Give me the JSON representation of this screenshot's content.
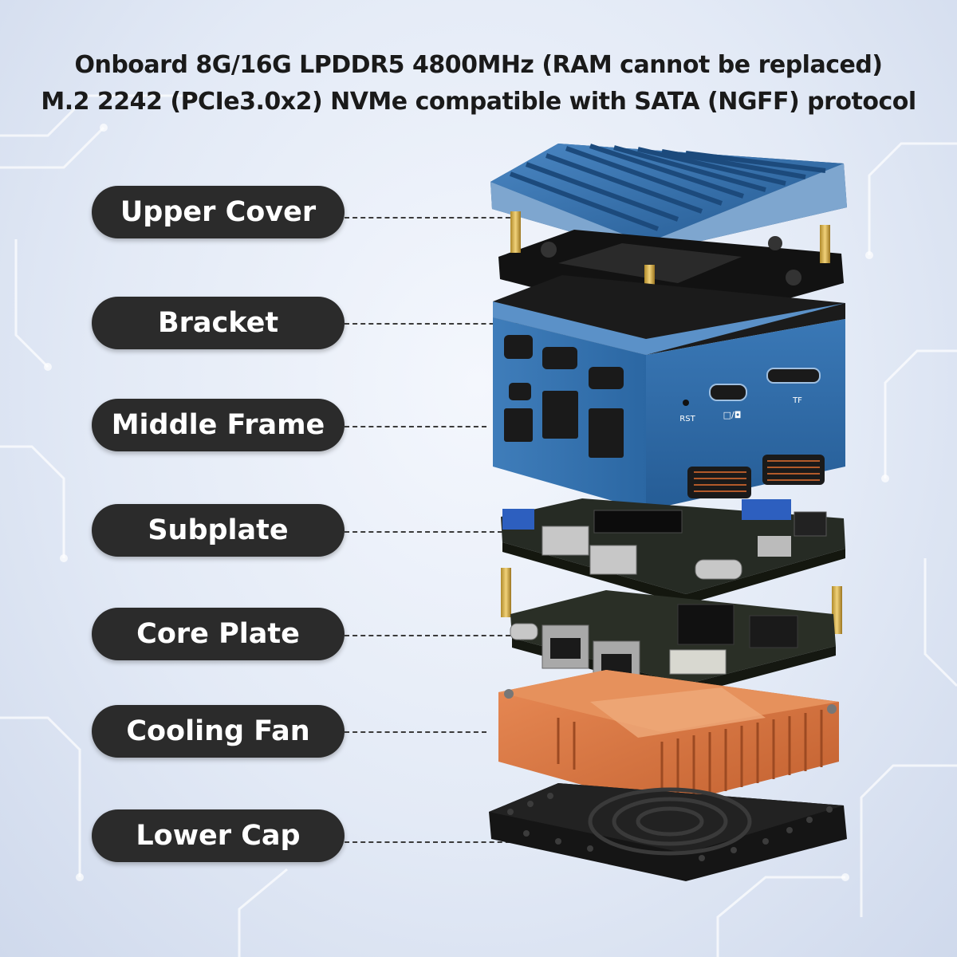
{
  "header": {
    "line1": "Onboard 8G/16G LPDDR5 4800MHz (RAM cannot be replaced)",
    "line2": "M.2 2242 (PCIe3.0x2) NVMe compatible with SATA (NGFF) protocol"
  },
  "labels": [
    {
      "text": "Upper Cover"
    },
    {
      "text": "Bracket"
    },
    {
      "text": "Middle Frame"
    },
    {
      "text": "Subplate"
    },
    {
      "text": "Core Plate"
    },
    {
      "text": "Cooling Fan"
    },
    {
      "text": "Lower Cap"
    }
  ],
  "port_labels": {
    "reset": "RST",
    "display": "□/◘",
    "tf": "TF"
  },
  "colors": {
    "pill_bg": "#2b2b2b",
    "case_blue": "#2f6aa8",
    "copper": "#d9703e",
    "pcb": "#2a2f26",
    "bracket": "#121212"
  }
}
